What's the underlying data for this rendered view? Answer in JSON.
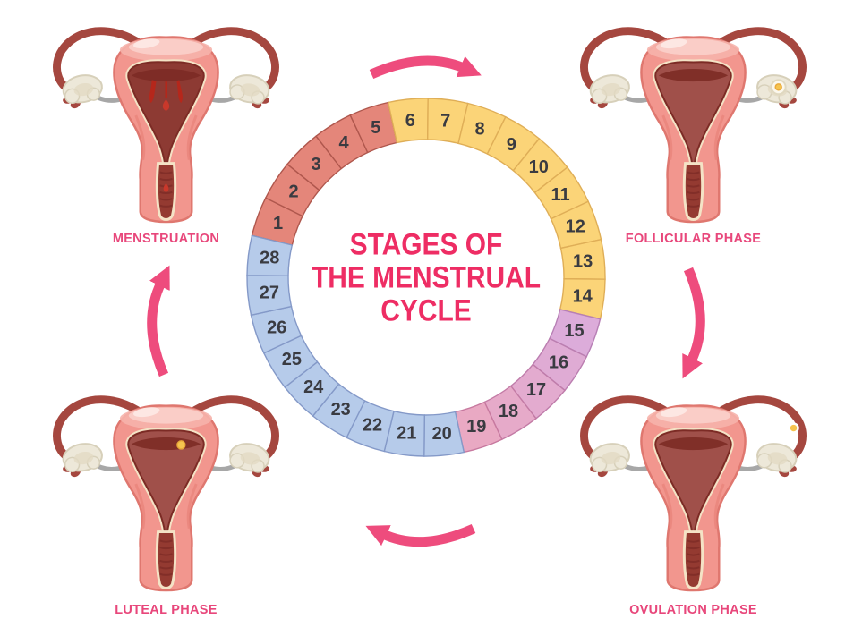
{
  "title": {
    "lines": [
      "STAGES OF",
      "THE MENSTRUAL",
      "CYCLE"
    ],
    "color": "#EE2D64"
  },
  "ring": {
    "days_total": 28,
    "days": [
      1,
      2,
      3,
      4,
      5,
      6,
      7,
      8,
      9,
      10,
      11,
      12,
      13,
      14,
      15,
      16,
      17,
      18,
      19,
      20,
      21,
      22,
      23,
      24,
      25,
      26,
      27,
      28
    ],
    "number_color": "#3A3B41",
    "phases": [
      {
        "id": "menstruation",
        "label": "MENSTRUATION",
        "day_start": 1,
        "day_end": 5,
        "fill": "#E4867A",
        "stroke": "#AF574D"
      },
      {
        "id": "follicular",
        "label": "FOLLICULAR PHASE",
        "day_start": 6,
        "day_end": 14,
        "fill": "#FBD478",
        "stroke": "#DFAE57"
      },
      {
        "id": "ovulation",
        "label": "OVULATION PHASE",
        "day_start": 15,
        "day_end": 19,
        "fill": "#DCACDA",
        "fill_end": "#E9A9C3",
        "stroke": "#B77FB5",
        "stroke_end": "#C7799F"
      },
      {
        "id": "luteal",
        "label": "LUTEAL PHASE",
        "day_start": 20,
        "day_end": 28,
        "fill": "#B6CBEA",
        "stroke": "#8499C8"
      }
    ]
  },
  "corners": [
    {
      "position": "top-left",
      "label": "MENSTRUATION",
      "illustration": "uterus-menstruation"
    },
    {
      "position": "top-right",
      "label": "FOLLICULAR PHASE",
      "illustration": "uterus-follicular"
    },
    {
      "position": "bottom-left",
      "label": "LUTEAL PHASE",
      "illustration": "uterus-luteal"
    },
    {
      "position": "bottom-right",
      "label": "OVULATION PHASE",
      "illustration": "uterus-ovulation"
    }
  ],
  "arrows": {
    "count": 4,
    "direction": "clockwise",
    "color": "#EE4C7D",
    "positions": [
      "top",
      "right",
      "bottom",
      "left"
    ]
  },
  "colors": {
    "background": "#FFFFFF",
    "label_pink": "#E8477B",
    "title_pink": "#EE2D64",
    "uterus_body": "#F2968E",
    "uterus_cavity": "#A0504A",
    "ovary_cream": "#EDE8D9",
    "egg_yellow": "#F6C44F",
    "blood_red": "#B5271B"
  }
}
